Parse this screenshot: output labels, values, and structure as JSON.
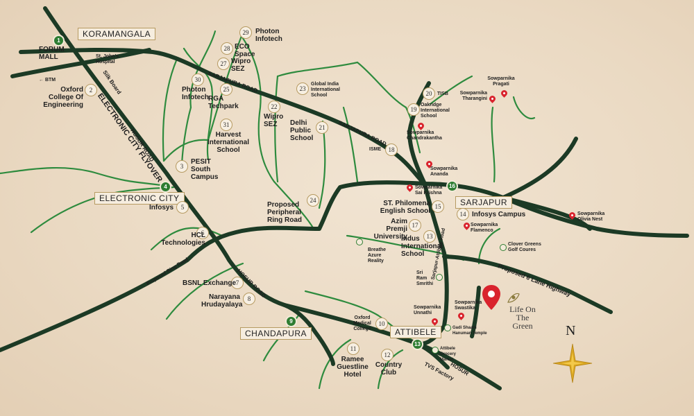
{
  "areas": {
    "koramangala": "KORAMANGALA",
    "electronic_city": "ELECTRONIC CITY",
    "chandapura": "CHANDAPURA",
    "attibele": "ATTIBELE",
    "sarjapur": "SARJAPUR"
  },
  "roads": {
    "silk_board": "Silk Board",
    "flyover": "ELECTRONIC CITY FLYOVER",
    "hosur_road_1": "HOSUR ROAD",
    "hosur_road_2": "HOSUR ROAD",
    "sarjapura_road_1": "SARJAPURA ROAD",
    "sarjapura_road_2": "SARJAPURA ROAD",
    "proposed_ring_road": "Proposed Ring Road",
    "sarjapur_attibele_road": "Sarjapur-Attibele Road",
    "hosur": "HOSUR",
    "tvs_factory": "TVS Factory",
    "highway": "Proposed 6 Lane Highway"
  },
  "landmarks": [
    {
      "n": "1",
      "label": "FORUM MALL"
    },
    {
      "n": "2",
      "label": "Oxford College Of Engineering"
    },
    {
      "n": "3",
      "label": "PESIT South Campus"
    },
    {
      "n": "4",
      "label": ""
    },
    {
      "n": "5",
      "label": "Infosys"
    },
    {
      "n": "6",
      "label": "HCL Technologies"
    },
    {
      "n": "7",
      "label": "BSNL Exchange"
    },
    {
      "n": "8",
      "label": "Narayana Hrudayalaya"
    },
    {
      "n": "9",
      "label": ""
    },
    {
      "n": "10",
      "label": "Oxford Medical College"
    },
    {
      "n": "11",
      "label": "Ramee Guestline Hotel"
    },
    {
      "n": "12",
      "label": "Country Club"
    },
    {
      "n": "13",
      "label": "Indus International School"
    },
    {
      "n": "14",
      "label": "Infosys Campus"
    },
    {
      "n": "15",
      "label": "ST. Philomena English School"
    },
    {
      "n": "16",
      "label": ""
    },
    {
      "n": "17",
      "label": "Azim Premji University"
    },
    {
      "n": "18",
      "label": "ISME"
    },
    {
      "n": "19",
      "label": "Oakridge International School"
    },
    {
      "n": "20",
      "label": "TISB"
    },
    {
      "n": "21",
      "label": "Delhi Public School"
    },
    {
      "n": "22",
      "label": "Wipro SEZ"
    },
    {
      "n": "23",
      "label": "Global India International School"
    },
    {
      "n": "24",
      "label": "Proposed Peripheral Ring Road"
    },
    {
      "n": "25",
      "label": "RGA Techpark"
    },
    {
      "n": "27",
      "label": "Wipro SEZ"
    },
    {
      "n": "28",
      "label": "ECO Space"
    },
    {
      "n": "29",
      "label": "Photon Infotech"
    },
    {
      "n": "30",
      "label": "Photon Infotech"
    },
    {
      "n": "31",
      "label": "Harvest International School"
    }
  ],
  "small_labels": {
    "st_johns": "St. John's Hospital",
    "btm": "BTM",
    "sowparnika_pragati": "Sowparnika Pragati",
    "sowparnika_tharangini": "Sowparnika Tharangini",
    "sowparnika_chandrakantha": "Sowparnika Chandrakantha",
    "sowparnika_ananda": "Sowparnika Ananda",
    "sowparnika_sai_krishna": "Sowparnika Sai Krishna",
    "sowparnika_olivia": "Sowparnika Olivia Nest",
    "sowparnika_flamenco": "Sowparnika Flamenco",
    "clover_greens": "Clover Greens Golf Coures",
    "breathe_azure": "Breathe Azure Reality",
    "sri_ram_smrithi": "Sri Ram Smrithi",
    "sowparnika_swastika": "Sowparnika Swastika",
    "sowparnika_unnathi": "Sowparnika Unnathi",
    "gadi_shaani": "Gadi Shaani Hanuman Temple",
    "attibele_grocery": "Attibele Grocery Market"
  },
  "project": {
    "name_line1": "Life On",
    "name_line2": "The Green"
  },
  "compass": {
    "north": "N"
  },
  "colors": {
    "main_road": "#1c3a25",
    "minor_road": "#2e8b3e",
    "pin": "#d9232d",
    "accent": "#b69a61"
  }
}
